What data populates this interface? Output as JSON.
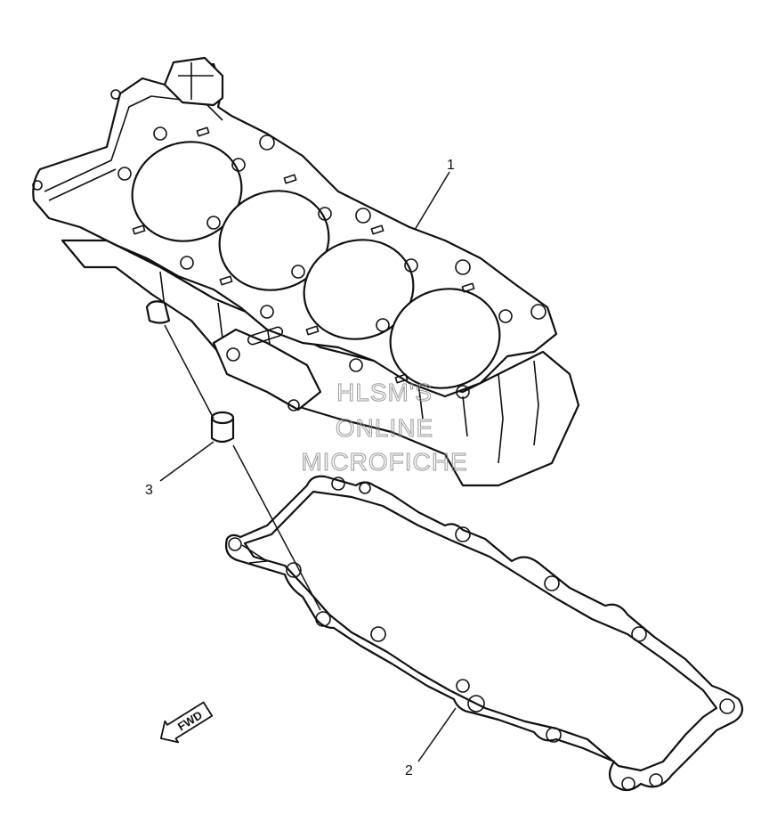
{
  "callouts": [
    {
      "label": "1",
      "part": "cylinder"
    },
    {
      "label": "2",
      "part": "cylinder-base-gasket"
    },
    {
      "label": "3",
      "part": "dowel-pin"
    }
  ],
  "watermark": {
    "line1": "HLSM'S",
    "line2": "ONLINE",
    "line3": "MICROFICHE"
  },
  "direction_marker": {
    "label": "FWD",
    "icon": "forward-arrow-icon"
  }
}
